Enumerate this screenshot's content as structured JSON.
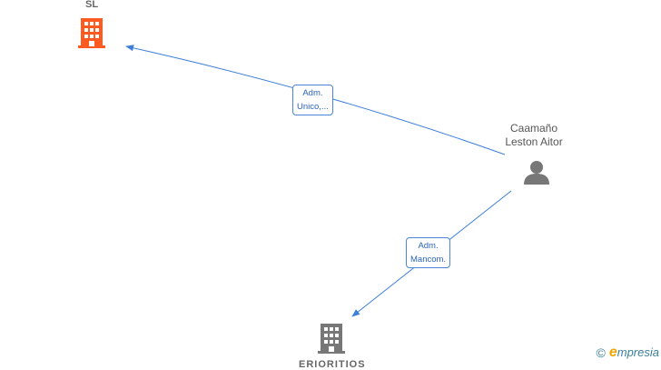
{
  "nodes": {
    "company_top": {
      "name": "SL",
      "icon": "building-icon",
      "color": "#ff5a1f"
    },
    "person": {
      "name_line1": "Caamaño",
      "name_line2": "Leston Aitor",
      "icon": "person-icon",
      "color": "#777777"
    },
    "company_bottom": {
      "name": "ERIORITIOS",
      "icon": "building-icon",
      "color": "#777777"
    }
  },
  "edges": {
    "edge_top": {
      "line1": "Adm.",
      "line2": "Unico,..."
    },
    "edge_bottom": {
      "line1": "Adm.",
      "line2": "Mancom."
    }
  },
  "edge_color": "#3d7fd9",
  "watermark": {
    "copyright": "©",
    "brand_initial": "e",
    "brand_rest": "mpresia"
  }
}
